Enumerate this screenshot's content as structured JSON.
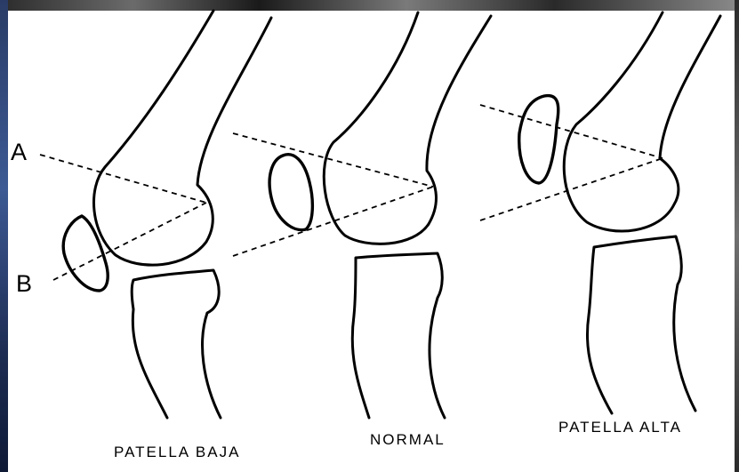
{
  "labels": {
    "line_a": "A",
    "line_b": "B"
  },
  "panels": [
    {
      "caption": "PATELLA BAJA"
    },
    {
      "caption": "NORMAL"
    },
    {
      "caption": "PATELLA ALTA"
    }
  ]
}
